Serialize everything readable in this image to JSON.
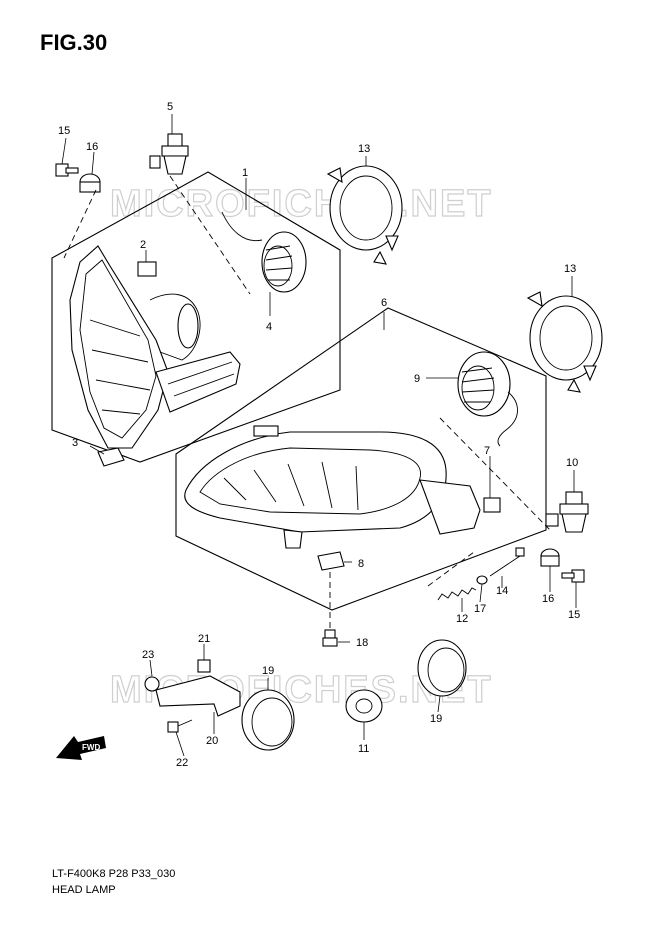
{
  "figure": {
    "title": "FIG.30"
  },
  "footer": {
    "code": "LT-F400K8 P28 P33_030",
    "name": "HEAD LAMP"
  },
  "watermark": {
    "text": "MICROFICHES.NET"
  },
  "fwd_label": "FWD",
  "callouts": {
    "c1": "1",
    "c2": "2",
    "c3": "3",
    "c4": "4",
    "c5": "5",
    "c6": "6",
    "c7": "7",
    "c8": "8",
    "c9": "9",
    "c10": "10",
    "c11": "11",
    "c12": "12",
    "c13a": "13",
    "c13b": "13",
    "c14": "14",
    "c15a": "15",
    "c15b": "15",
    "c16a": "16",
    "c16b": "16",
    "c17": "17",
    "c18": "18",
    "c19a": "19",
    "c19b": "19",
    "c20": "20",
    "c21": "21",
    "c22": "22",
    "c23": "23"
  }
}
